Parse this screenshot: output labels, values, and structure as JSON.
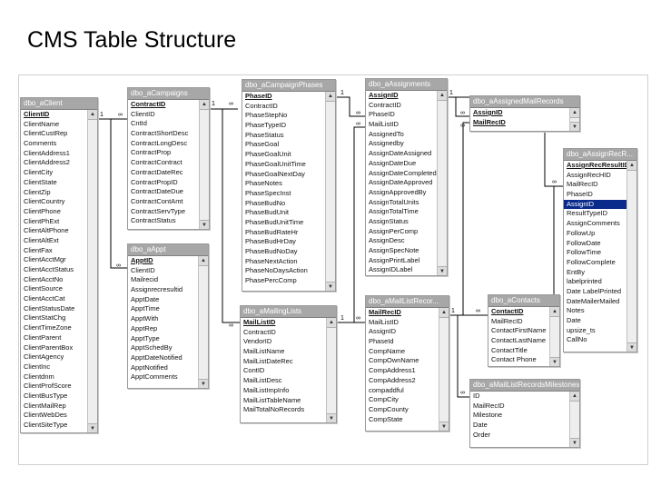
{
  "slide": {
    "title": "CMS Table Structure"
  },
  "tables": [
    {
      "id": "client",
      "title": "dbo_aClient",
      "fields": [
        "ClientID",
        "ClientName",
        "ClientCustRep",
        "Comments",
        "ClientAddress1",
        "ClientAddress2",
        "ClientCity",
        "ClientState",
        "ClientZip",
        "ClientCountry",
        "ClientPhone",
        "ClientPhExt",
        "ClientAltPhone",
        "ClientAltExt",
        "ClientFax",
        "ClientAcctMgr",
        "ClientAcctStatus",
        "ClientAcctNo",
        "ClientSource",
        "ClientAcctCat",
        "ClientStatusDate",
        "ClientStatChg",
        "ClientTimeZone",
        "ClientParent",
        "ClientParentBox",
        "ClientAgency",
        "ClientInc",
        "Clientdnm",
        "ClientProfScore",
        "ClientBusType",
        "ClientMailRep",
        "ClientWebDes",
        "ClientSiteType"
      ],
      "pk": [
        0
      ],
      "selected": []
    },
    {
      "id": "campaigns",
      "title": "dbo_aCampaigns",
      "fields": [
        "ContractID",
        "ClientID",
        "CntId",
        "ContractShortDesc",
        "ContractLongDesc",
        "ContractProp",
        "ContractContract",
        "ContractDateRec",
        "ContractPropID",
        "ContractDateDue",
        "ContractContAmt",
        "ContractServType",
        "ContractStatus"
      ],
      "pk": [
        0
      ],
      "selected": []
    },
    {
      "id": "appt",
      "title": "dbo_aAppt",
      "fields": [
        "ApptID",
        "ClientID",
        "Mailrecid",
        "Assignrecresultid",
        "ApptDate",
        "ApptTime",
        "ApptWith",
        "ApptRep",
        "ApptType",
        "ApptSchedBy",
        "ApptDateNotified",
        "ApptNotified",
        "ApptComments"
      ],
      "pk": [
        0
      ],
      "selected": []
    },
    {
      "id": "phases",
      "title": "dbo_aCampaignPhases",
      "fields": [
        "PhaseID",
        "ContractID",
        "PhaseStepNo",
        "PhaseTypeID",
        "PhaseStatus",
        "PhaseGoal",
        "PhaseGoalUnit",
        "PhaseGoalUnitTime",
        "PhaseGoalNextDay",
        "PhaseNotes",
        "PhaseSpecInst",
        "PhaseBudNo",
        "PhaseBudUnit",
        "PhaseBudUnitTime",
        "PhaseBudRateHr",
        "PhaseBudHrDay",
        "PhaseBudNoDay",
        "PhaseNextAction",
        "PhaseNoDaysAction",
        "PhasePercComp"
      ],
      "pk": [
        0
      ],
      "selected": []
    },
    {
      "id": "mailinglists",
      "title": "dbo_aMailingLists",
      "fields": [
        "MailListID",
        "ContractID",
        "VendorID",
        "MailListName",
        "MailListDateRec",
        "ContID",
        "MailListDesc",
        "MailListImpInfo",
        "MailListTableName",
        "MailTotalNoRecords"
      ],
      "pk": [
        0
      ],
      "selected": []
    },
    {
      "id": "assignments",
      "title": "dbo_aAssignments",
      "fields": [
        "AssignID",
        "ContractID",
        "PhaseID",
        "MailListID",
        "AssignedTo",
        "Assignedby",
        "AssignDateAssigned",
        "AssignDateDue",
        "AssignDateCompleted",
        "AssignDateApproved",
        "AssignApprovedBy",
        "AssignTotalUnits",
        "AssignTotalTime",
        "AssignStatus",
        "AssignPerComp",
        "AssignDesc",
        "AssignSpecNote",
        "AssignPrintLabel",
        "AssignIDLabel"
      ],
      "pk": [
        0
      ],
      "selected": []
    },
    {
      "id": "assignedmail",
      "title": "dbo_aAssignedMailRecords",
      "fields": [
        "AssignID",
        "MailRecID"
      ],
      "pk": [
        0,
        1
      ],
      "selected": []
    },
    {
      "id": "mailrecords",
      "title": "dbo_aMailListRecor...",
      "fields": [
        "MailRecID",
        "MailListID",
        "AssignID",
        "PhaseId",
        "CompName",
        "CompOwnName",
        "CompAddress1",
        "CompAddress2",
        "compaddful",
        "CompCity",
        "CompCounty",
        "CompState"
      ],
      "pk": [
        0
      ],
      "selected": []
    },
    {
      "id": "contacts",
      "title": "dbo_aContacts",
      "fields": [
        "ContactID",
        "MailRecID",
        "ContactFirstName",
        "ContactLastName",
        "ContactTitle",
        "Contact Phone"
      ],
      "pk": [
        0
      ],
      "selected": []
    },
    {
      "id": "milestones",
      "title": "dbo_aMailListRecordsMilestones",
      "fields": [
        "ID",
        "MailRecID",
        "Milestone",
        "Date",
        "Order"
      ],
      "pk": [],
      "selected": []
    },
    {
      "id": "assignrec",
      "title": "dbo_aAssignRecR...",
      "fields": [
        "AssignRecResultID",
        "AssignRecHID",
        "MailRecID",
        "PhaseID",
        "AssignID",
        "ResultTypeID",
        "AssignComments",
        "FollowUp",
        "FollowDate",
        "FollowTime",
        "FollowComplete",
        "EntBy",
        "labelprinted",
        "Date LabelPrinted",
        "DateMailerMailed",
        "Notes",
        "Date",
        "upsize_ts",
        "CallNo"
      ],
      "pk": [
        0
      ],
      "selected": [
        4
      ]
    }
  ],
  "cardinality": {
    "one": "1",
    "many": "∞"
  }
}
